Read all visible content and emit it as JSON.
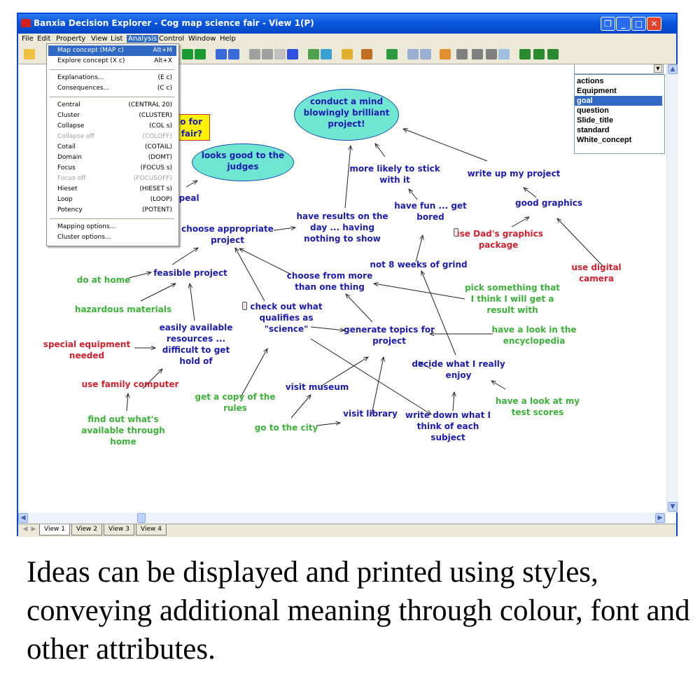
{
  "window": {
    "title": "Banxia Decision Explorer - Cog map science fair - View 1(P)",
    "controls": {
      "restore": "❐",
      "minimize": "_",
      "maximize": "□",
      "close": "✕"
    }
  },
  "menubar": [
    "File",
    "Edit",
    "Property",
    "View",
    "List",
    "Analysis",
    "Control",
    "Window",
    "Help"
  ],
  "analysis_menu": [
    {
      "label": "Map concept (MAP c)",
      "shortcut": "Alt+M",
      "highlighted": true
    },
    {
      "label": "Explore concept (X c)",
      "shortcut": "Alt+X"
    },
    {
      "sep": true
    },
    {
      "label": "Explanations...",
      "shortcut": "(E c)"
    },
    {
      "label": "Consequences...",
      "shortcut": "(C c)"
    },
    {
      "sep": true
    },
    {
      "label": "Central",
      "shortcut": "(CENTRAL 20)"
    },
    {
      "label": "Cluster",
      "shortcut": "(CLUSTER)"
    },
    {
      "label": "Collapse",
      "shortcut": "(COL s)"
    },
    {
      "label": "Collapse off",
      "shortcut": "(COLOFF)",
      "disabled": true
    },
    {
      "label": "Cotail",
      "shortcut": "(COTAIL)"
    },
    {
      "label": "Domain",
      "shortcut": "(DOMT)"
    },
    {
      "label": "Focus",
      "shortcut": "(FOCUS s)"
    },
    {
      "label": "Focus off",
      "shortcut": "(FOCUSOFF)",
      "disabled": true
    },
    {
      "label": "Hieset",
      "shortcut": "(HIESET s)"
    },
    {
      "label": "Loop",
      "shortcut": "(LOOP)"
    },
    {
      "label": "Potency",
      "shortcut": "(POTENT)"
    },
    {
      "sep": true
    },
    {
      "label": "Mapping options..."
    },
    {
      "label": "Cluster options..."
    }
  ],
  "style_list": {
    "items": [
      "actions",
      "Equipment",
      "goal",
      "question",
      "Slide_title",
      "standard",
      "White_concept"
    ],
    "selected": "goal"
  },
  "goal_box": "uld I do for\nence fair?",
  "goals": [
    {
      "id": "g1",
      "text": "conduct a mind\nblowingly brilliant\nproject!"
    },
    {
      "id": "g2",
      "text": "looks good to the\njudges"
    }
  ],
  "concepts": [
    {
      "id": "c-public-appeal",
      "text": "lic appeal",
      "color": "blue"
    },
    {
      "id": "c-choose-project",
      "text": "choose appropriate\nproject",
      "color": "blue"
    },
    {
      "id": "c-results",
      "text": "have results on the\nday ... having\nnothing to show",
      "color": "blue"
    },
    {
      "id": "c-stick",
      "text": "more likely to stick\nwith it",
      "color": "blue"
    },
    {
      "id": "c-fun",
      "text": "have fun ... get\nbored",
      "color": "blue"
    },
    {
      "id": "c-write-up",
      "text": "write up my project",
      "color": "blue"
    },
    {
      "id": "c-good-graphics",
      "text": "good graphics",
      "color": "blue"
    },
    {
      "id": "c-dads-graphics",
      "text": "use Dad's graphics\npackage",
      "color": "red"
    },
    {
      "id": "c-camera",
      "text": "use digital camera",
      "color": "red"
    },
    {
      "id": "c-grind",
      "text": "not 8 weeks of grind",
      "color": "blue"
    },
    {
      "id": "c-choose-more",
      "text": "choose from more\nthan one thing",
      "color": "blue"
    },
    {
      "id": "c-pick",
      "text": "pick something that\nI think I will get a\nresult with",
      "color": "green"
    },
    {
      "id": "c-home",
      "text": "do at home",
      "color": "green"
    },
    {
      "id": "c-feasible",
      "text": "feasible project",
      "color": "blue"
    },
    {
      "id": "c-hazard",
      "text": "hazardous materials",
      "color": "green"
    },
    {
      "id": "c-science",
      "text": "check out what\nqualifies as\n\"science\"",
      "color": "blue"
    },
    {
      "id": "c-generate",
      "text": "generate topics for\nproject",
      "color": "blue"
    },
    {
      "id": "c-encyclopedia",
      "text": "have a look in the\nencyclopedia",
      "color": "green"
    },
    {
      "id": "c-resources",
      "text": "easily available\nresources ...\ndifficult to get\nhold of",
      "color": "blue"
    },
    {
      "id": "c-special",
      "text": "special equipment\nneeded",
      "color": "red"
    },
    {
      "id": "c-enjoy",
      "text": "decide what I really\nenjoy",
      "color": "blue"
    },
    {
      "id": "c-family-computer",
      "text": "use family computer",
      "color": "red"
    },
    {
      "id": "c-rules",
      "text": "get a copy of the\nrules",
      "color": "green"
    },
    {
      "id": "c-museum",
      "text": "visit museum",
      "color": "blue"
    },
    {
      "id": "c-test-scores",
      "text": "have a look at my\ntest scores",
      "color": "green"
    },
    {
      "id": "c-find-out",
      "text": "find out what's\navailable through\nhome",
      "color": "green"
    },
    {
      "id": "c-city",
      "text": "go to the city",
      "color": "green"
    },
    {
      "id": "c-library",
      "text": "visit library",
      "color": "blue"
    },
    {
      "id": "c-write-down",
      "text": "write down what I\nthink of each\nsubject",
      "color": "blue"
    }
  ],
  "tabs": [
    "View 1",
    "View 2",
    "View 3",
    "View 4"
  ],
  "active_tab": "View 1",
  "caption": "Ideas can be displayed and printed using styles, conveying additional meaning through colour, font and other attributes.",
  "colors": {
    "concept_blue": "#1c1cb0",
    "concept_green": "#3db13a",
    "concept_red": "#d2202e",
    "goal_fill": "#6ee6d2",
    "question_fill": "#fff200",
    "titlebar": "#0855dd"
  }
}
